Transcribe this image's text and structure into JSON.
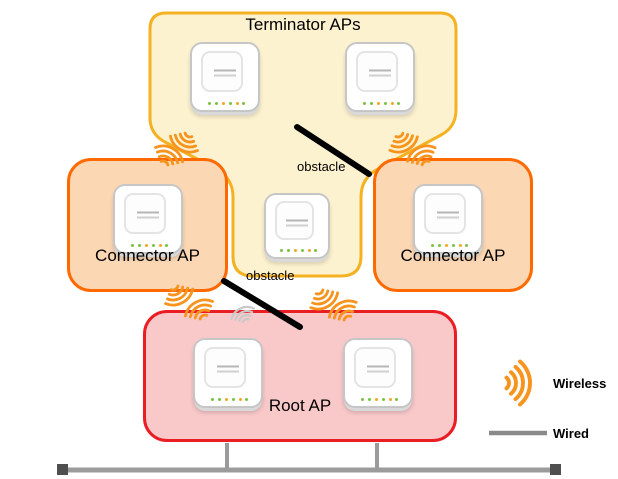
{
  "diagram": {
    "groups": {
      "terminator": {
        "label": "Terminator APs"
      },
      "connector_left": {
        "label": "Connector AP"
      },
      "connector_right": {
        "label": "Connector AP"
      },
      "root": {
        "label": "Root AP"
      }
    },
    "obstacles": [
      {
        "label": "obstacle"
      },
      {
        "label": "obstacle"
      }
    ]
  },
  "legend": {
    "wireless_label": "Wireless",
    "wired_label": "Wired"
  },
  "icons": {
    "wireless": "nested-signal-arcs",
    "blocked_wireless": "gray-signal-arcs",
    "obstacle": "thick-diagonal-line",
    "wired": "straight-gray-line"
  },
  "colors": {
    "terminator_fill": "#FDF2CF",
    "terminator_border": "#F4B223",
    "connector_fill": "#FBD7B4",
    "connector_border": "#FF6A00",
    "root_fill": "#F9C9CA",
    "root_border": "#EA1C24",
    "wireless_accent": "#F7941E",
    "blocked_wireless": "#C9C9C9",
    "obstacle": "#000000",
    "wired": "#9B9B9B"
  }
}
